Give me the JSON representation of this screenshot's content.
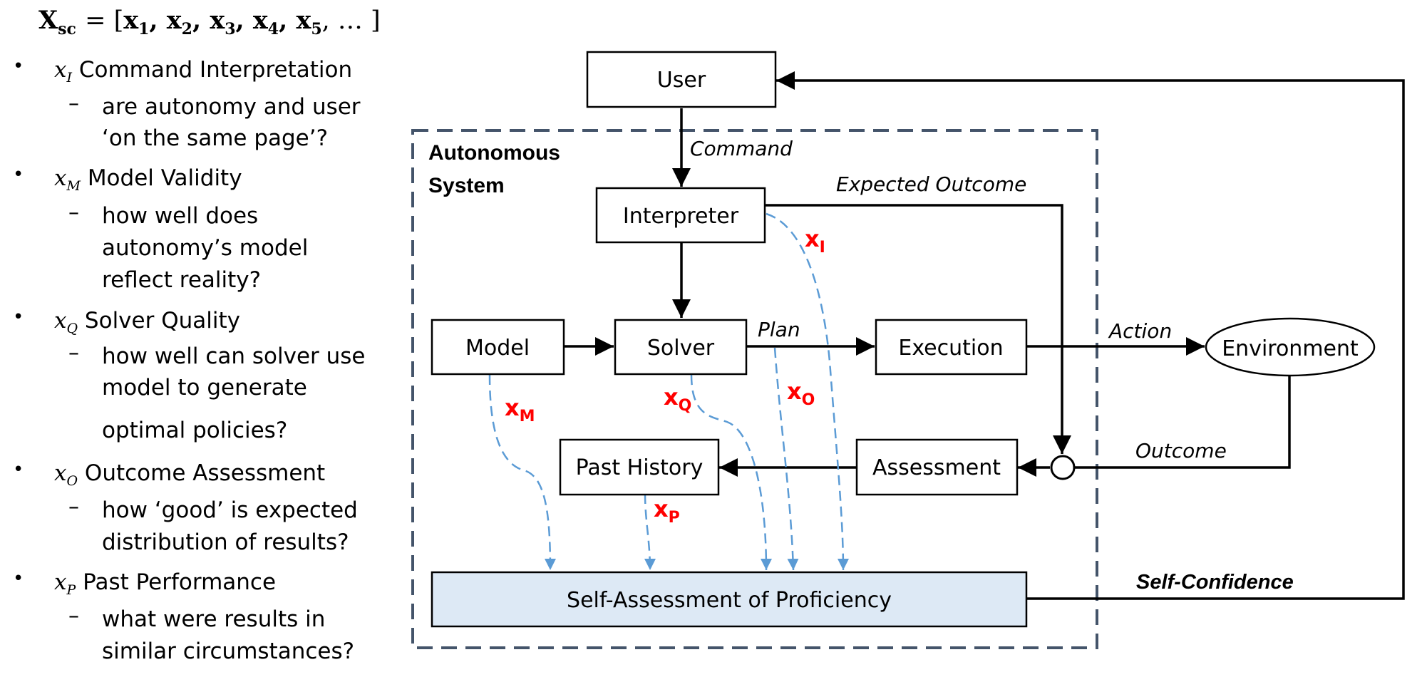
{
  "formula": {
    "symbol": "X",
    "subscript": "sc",
    "equals": "= [",
    "elements": [
      "x",
      "1",
      ", x",
      "2",
      ", x",
      "3",
      ", x",
      "4",
      ", x",
      "5",
      ", … ]"
    ]
  },
  "factors": [
    {
      "var": "x",
      "sub": "I",
      "title": "Command Interpretation",
      "desc": [
        "are autonomy and user",
        "‘on the same page’?"
      ]
    },
    {
      "var": "x",
      "sub": "M",
      "title": "Model Validity",
      "desc": [
        "how well does",
        "autonomy’s model",
        "reflect reality?"
      ]
    },
    {
      "var": "x",
      "sub": "Q",
      "title": "Solver Quality",
      "desc": [
        "how well can solver use",
        "model to generate",
        "optimal policies?"
      ]
    },
    {
      "var": "x",
      "sub": "O",
      "title": "Outcome Assessment",
      "desc": [
        "how ‘good’ is expected",
        "distribution of results?"
      ]
    },
    {
      "var": "x",
      "sub": "P",
      "title": "Past Performance",
      "desc": [
        "what were results in",
        "similar circumstances?"
      ]
    }
  ],
  "bullet": "•",
  "dash": "–",
  "diagram": {
    "boundary_label": [
      "Autonomous",
      "System"
    ],
    "boxes": {
      "user": "User",
      "interpreter": "Interpreter",
      "model": "Model",
      "solver": "Solver",
      "execution": "Execution",
      "environment": "Environment",
      "past_history": "Past History",
      "assessment": "Assessment",
      "self_assessment": "Self-Assessment of Proficiency"
    },
    "edge_labels": {
      "command": "Command",
      "expected_outcome": "Expected Outcome",
      "plan": "Plan",
      "action": "Action",
      "outcome": "Outcome",
      "self_confidence": "Self-Confidence"
    },
    "factor_marks": [
      {
        "letter": "x",
        "sub": "I"
      },
      {
        "letter": "x",
        "sub": "M"
      },
      {
        "letter": "x",
        "sub": "Q"
      },
      {
        "letter": "x",
        "sub": "O"
      },
      {
        "letter": "x",
        "sub": "P"
      }
    ],
    "colors": {
      "boundary": "#44546a",
      "dashed_arrow": "#5b9bd5",
      "factor_label": "#ff0000",
      "self_assessment_fill": "#dde9f5"
    }
  }
}
